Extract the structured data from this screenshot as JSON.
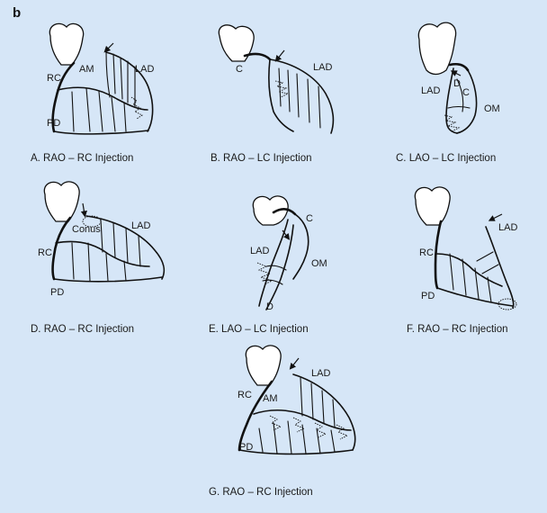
{
  "figure_letter": "b",
  "panels": [
    {
      "caption": "A.  RAO – RC Injection",
      "labels": {
        "rc": "RC",
        "am": "AM",
        "lad": "LAD",
        "pd": "PD"
      }
    },
    {
      "caption": "B.  RAO – LC Injection",
      "labels": {
        "c": "C",
        "lad": "LAD"
      }
    },
    {
      "caption": "C.  LAO – LC Injection",
      "labels": {
        "lad": "LAD",
        "d": "D",
        "c": "C",
        "om": "OM"
      }
    },
    {
      "caption": "D.  RAO – RC Injection",
      "labels": {
        "conus": "Conus",
        "lad": "LAD",
        "rc": "RC",
        "pd": "PD"
      }
    },
    {
      "caption": "E.  LAO – LC Injection",
      "labels": {
        "c": "C",
        "lad": "LAD",
        "om": "OM",
        "d": "D"
      }
    },
    {
      "caption": "F.  RAO – RC Injection",
      "labels": {
        "lad": "LAD",
        "rc": "RC",
        "pd": "PD"
      }
    },
    {
      "caption": "G.  RAO – RC Injection",
      "labels": {
        "rc": "RC",
        "am": "AM",
        "lad": "LAD",
        "pd": "PD"
      }
    }
  ],
  "colors": {
    "background": "#d6e6f7",
    "line": "#111111",
    "aorta_fill": "#ffffff"
  }
}
